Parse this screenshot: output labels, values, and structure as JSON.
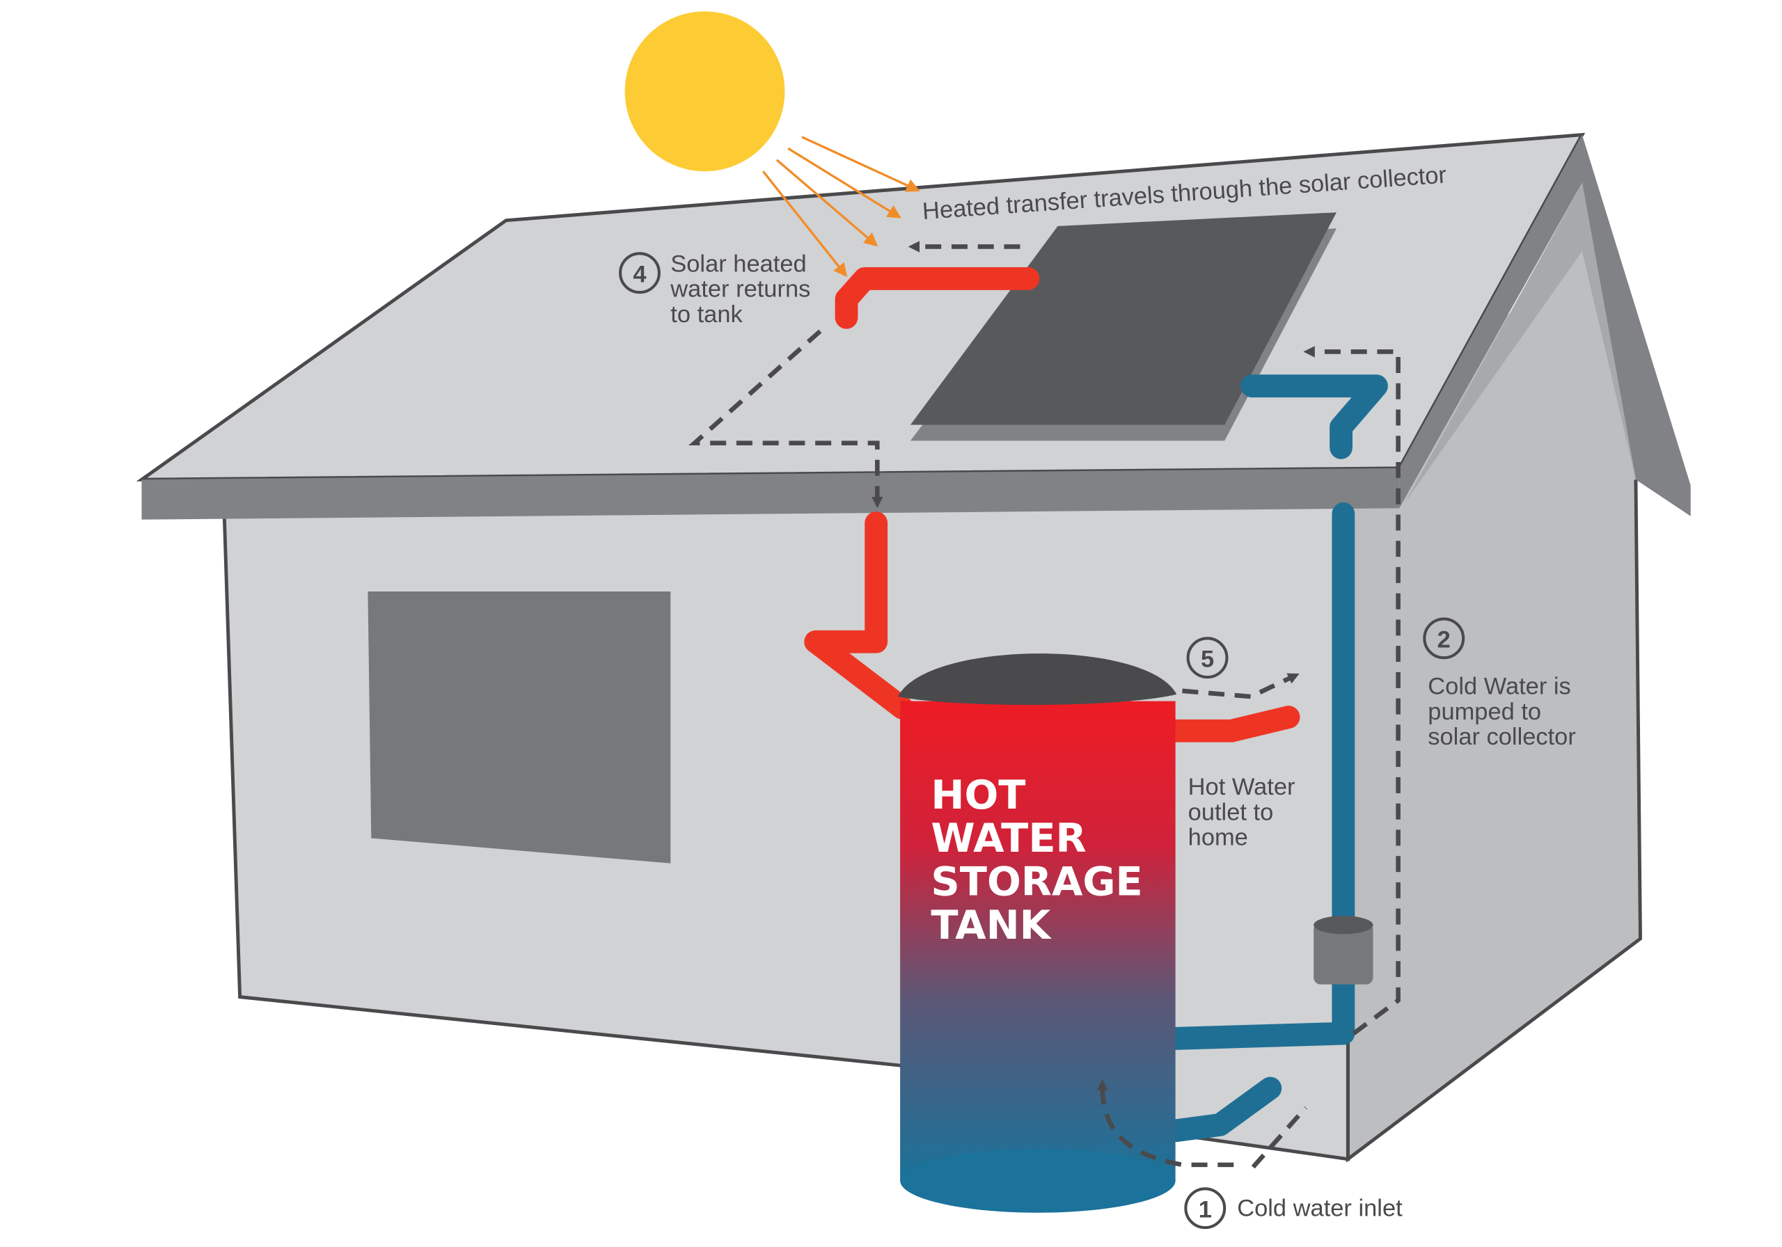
{
  "colors": {
    "sun": "#FDCB33",
    "ray": "#F28C28",
    "hot_pipe": "#EE3524",
    "cold_pipe": "#1F6F95",
    "collector": "#58595B",
    "wall": "#D1D2D4",
    "roof_edge": "#808285",
    "dashed": "#4a4a4d"
  },
  "labels": {
    "collector_flow": "Heated transfer travels through the solar collector",
    "step4": {
      "number": "4",
      "lines": [
        "Solar heated",
        "water returns",
        "to tank"
      ]
    },
    "step2": {
      "number": "2",
      "lines": [
        "Cold Water is",
        "pumped to",
        "solar collector"
      ]
    },
    "step5": {
      "number": "5"
    },
    "hot_outlet": {
      "lines": [
        "Hot Water",
        "outlet to",
        "home"
      ]
    },
    "step1": {
      "number": "1",
      "text": "Cold water inlet"
    }
  },
  "tank": {
    "title_lines": [
      "HOT",
      "WATER",
      "STORAGE",
      "TANK"
    ]
  }
}
